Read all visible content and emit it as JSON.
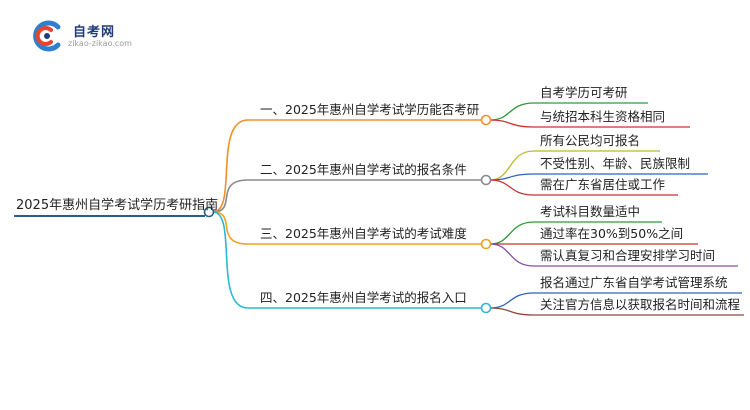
{
  "logo": {
    "name": "自考网",
    "domain": "zikao-zikao.com"
  },
  "mindmap": {
    "root": "2025年惠州自学考试学历考研指南",
    "branches": [
      {
        "label": "一、2025年惠州自学考试学历能否考研",
        "color": "#f0902a",
        "children": [
          {
            "label": "自考学历可考研",
            "color": "#2e9b3a"
          },
          {
            "label": "与统招本科生资格相同",
            "color": "#c8342f"
          }
        ]
      },
      {
        "label": "二、2025年惠州自学考试的报名条件",
        "color": "#8a8a8a",
        "children": [
          {
            "label": "所有公民均可报名",
            "color": "#b9b82a"
          },
          {
            "label": "不受性别、年龄、民族限制",
            "color": "#2f63b5"
          },
          {
            "label": "需在广东省居住或工作",
            "color": "#c8342f"
          }
        ]
      },
      {
        "label": "三、2025年惠州自学考试的考试难度",
        "color": "#f0a21a",
        "children": [
          {
            "label": "考试科目数量适中",
            "color": "#2e9b3a"
          },
          {
            "label": "通过率在30%到50%之间",
            "color": "#c8342f"
          },
          {
            "label": "需认真复习和合理安排学习时间",
            "color": "#8a4dab"
          }
        ]
      },
      {
        "label": "四、2025年惠州自学考试的报名入口",
        "color": "#2ab8d4",
        "children": [
          {
            "label": "报名通过广东省自学考试管理系统",
            "color": "#2f63b5"
          },
          {
            "label": "关注官方信息以获取报名时间和流程",
            "color": "#8b4a3a"
          }
        ]
      }
    ]
  }
}
